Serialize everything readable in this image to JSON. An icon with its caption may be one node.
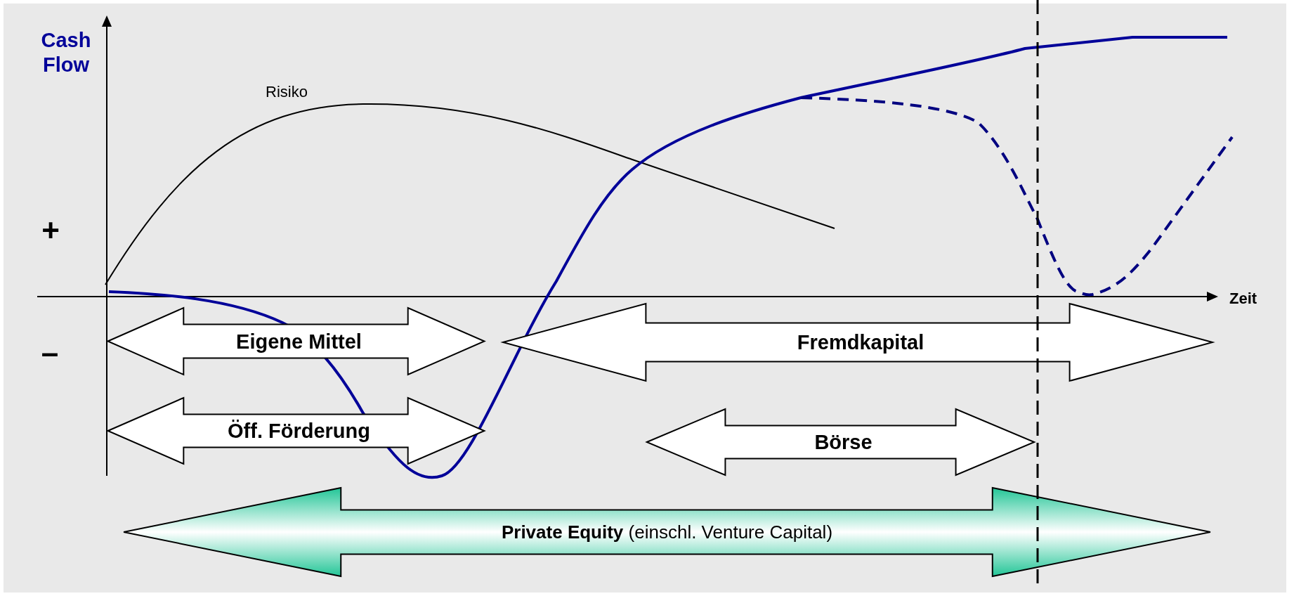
{
  "diagram": {
    "nodes": [
      {
        "text": [
          "Eigene Mittel"
        ]
      },
      {
        "text": [
          "Öff. Förderung"
        ]
      },
      {
        "text": [
          "Fremdkapital"
        ]
      },
      {
        "text": [
          "Börse"
        ]
      },
      {
        "text": [
          "**Private Equity** (einschl. Venture Capital)"
        ]
      }
    ],
    "labels": [
      "Cash Flow",
      "Risiko",
      "+",
      "–",
      "Zeit"
    ]
  }
}
